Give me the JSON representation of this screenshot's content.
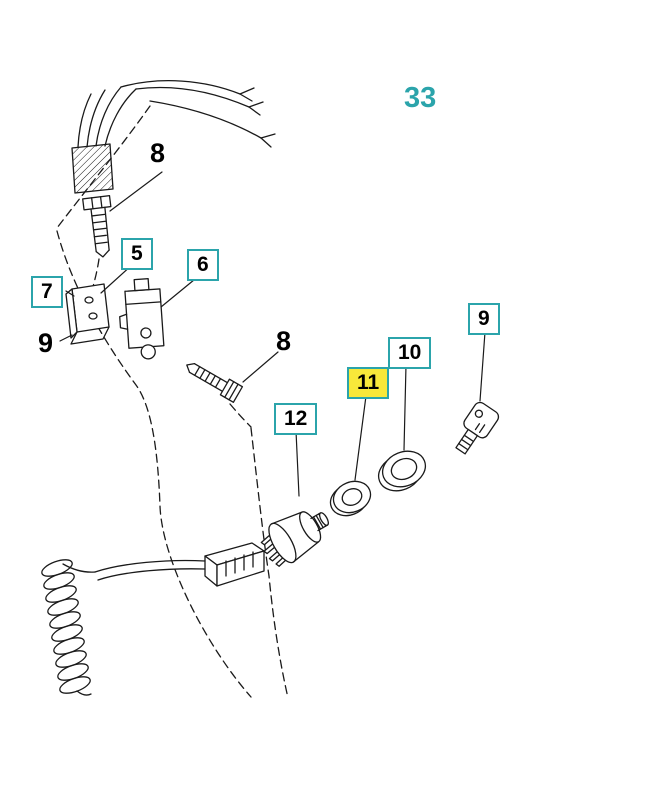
{
  "diagram": {
    "colors": {
      "background": "#ffffff",
      "line": "#1a1a1a",
      "callout_border": "#2ba4ab",
      "callout_text": "#000000",
      "teal_label_text": "#2ba4ab",
      "highlight_fill": "#f8e83a"
    },
    "callouts": [
      {
        "label": "33",
        "style": "teal-plain"
      },
      {
        "label": "8",
        "style": "plain"
      },
      {
        "label": "5",
        "style": "boxed"
      },
      {
        "label": "6",
        "style": "boxed"
      },
      {
        "label": "7",
        "style": "boxed"
      },
      {
        "label": "9",
        "style": "plain"
      },
      {
        "label": "8",
        "style": "plain"
      },
      {
        "label": "11",
        "style": "boxed-highlighted"
      },
      {
        "label": "10",
        "style": "boxed"
      },
      {
        "label": "9",
        "style": "boxed"
      },
      {
        "label": "12",
        "style": "boxed"
      }
    ]
  }
}
